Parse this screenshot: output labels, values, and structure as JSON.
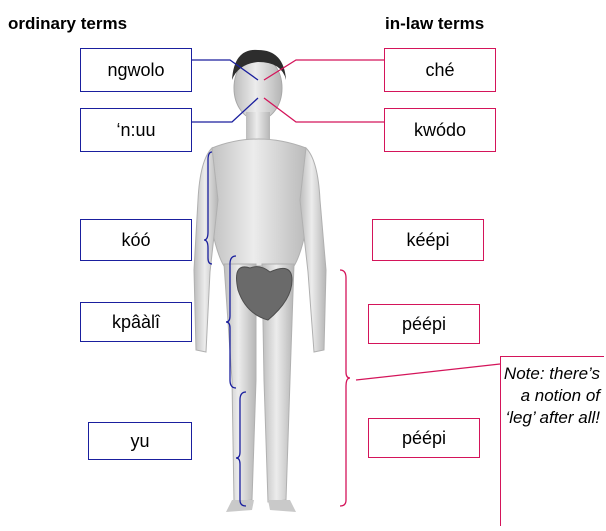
{
  "headers": {
    "ordinary": "ordinary terms",
    "inlaw": "in-law terms"
  },
  "ordinary_terms": [
    "ngwolo",
    "‘n:uu",
    "kóó",
    "kpâàlî",
    "yu"
  ],
  "inlaw_terms": [
    "ché",
    "kwódo",
    "kéépi",
    "péépi",
    "péépi"
  ],
  "note": "Note: there’s a notion of ‘leg’ after all!",
  "colors": {
    "ordinary": "#1a1f9e",
    "inlaw": "#d4145a"
  },
  "illustration": "human-figure"
}
